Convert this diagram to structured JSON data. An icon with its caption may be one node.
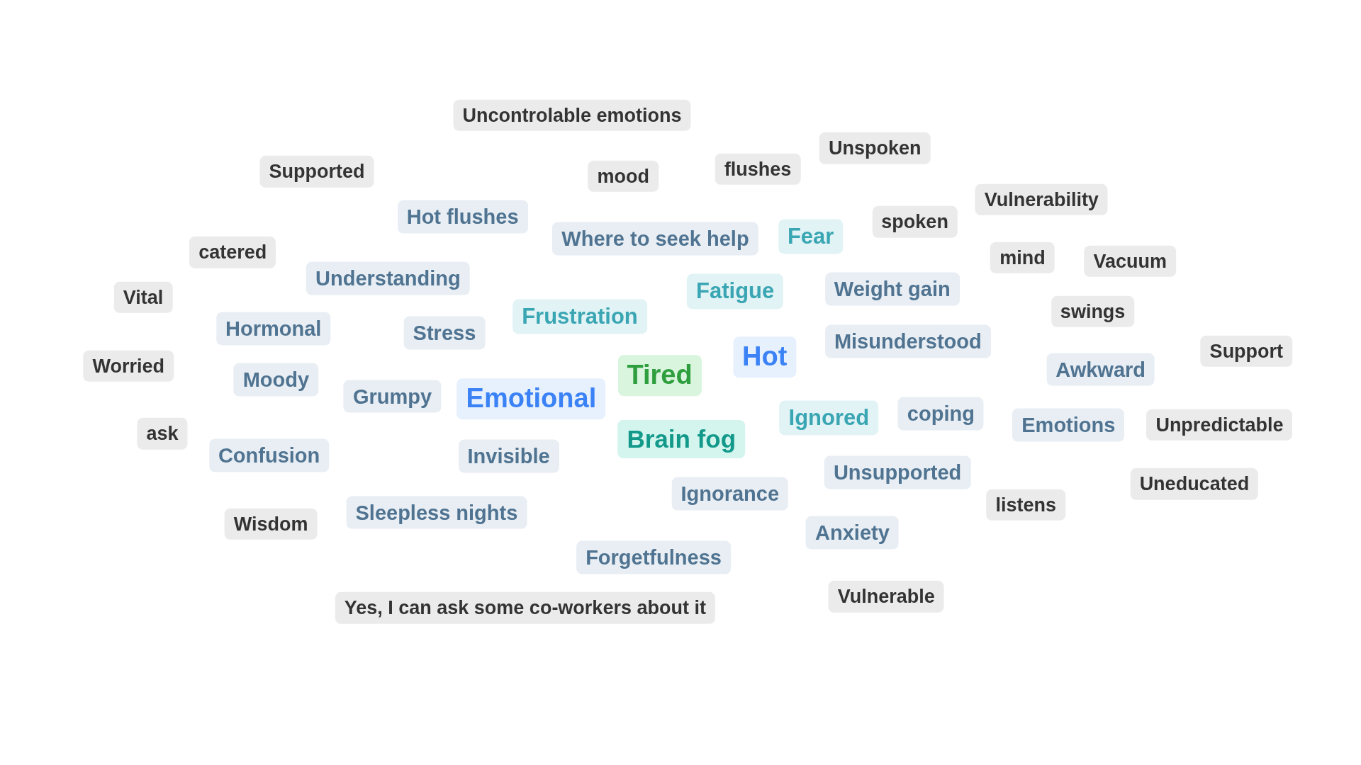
{
  "diagram": {
    "nodes": [
      {
        "text": [
          "Uncontrolable emotions"
        ]
      },
      {
        "text": [
          "Unspoken"
        ]
      },
      {
        "text": [
          "Supported"
        ]
      },
      {
        "text": [
          "flushes"
        ]
      },
      {
        "text": [
          "mood"
        ]
      },
      {
        "text": [
          "Vulnerability"
        ]
      },
      {
        "text": [
          "Hot flushes"
        ]
      },
      {
        "text": [
          "spoken"
        ]
      },
      {
        "text": [
          "Where to seek help"
        ]
      },
      {
        "text": [
          "Fear"
        ]
      },
      {
        "text": [
          "catered"
        ]
      },
      {
        "text": [
          "mind"
        ]
      },
      {
        "text": [
          "Vacuum"
        ]
      },
      {
        "text": [
          "Understanding"
        ]
      },
      {
        "text": [
          "Fatigue"
        ]
      },
      {
        "text": [
          "Weight gain"
        ]
      },
      {
        "text": [
          "Vital"
        ]
      },
      {
        "text": [
          "swings"
        ]
      },
      {
        "text": [
          "Frustration"
        ]
      },
      {
        "text": [
          "Hormonal"
        ]
      },
      {
        "text": [
          "Stress"
        ]
      },
      {
        "text": [
          "Misunderstood"
        ]
      },
      {
        "text": [
          "Support"
        ]
      },
      {
        "text": [
          "Hot"
        ]
      },
      {
        "text": [
          "Worried"
        ]
      },
      {
        "text": [
          "Awkward"
        ]
      },
      {
        "text": [
          "Tired"
        ]
      },
      {
        "text": [
          "Moody"
        ]
      },
      {
        "text": [
          "Grumpy"
        ]
      },
      {
        "text": [
          "Emotional"
        ]
      },
      {
        "text": [
          "Ignored"
        ]
      },
      {
        "text": [
          "coping"
        ]
      },
      {
        "text": [
          "Emotions"
        ]
      },
      {
        "text": [
          "Unpredictable"
        ]
      },
      {
        "text": [
          "ask"
        ]
      },
      {
        "text": [
          "Brain fog"
        ]
      },
      {
        "text": [
          "Confusion"
        ]
      },
      {
        "text": [
          "Invisible"
        ]
      },
      {
        "text": [
          "Unsupported"
        ]
      },
      {
        "text": [
          "Uneducated"
        ]
      },
      {
        "text": [
          "Ignorance"
        ]
      },
      {
        "text": [
          "listens"
        ]
      },
      {
        "text": [
          "Sleepless nights"
        ]
      },
      {
        "text": [
          "Wisdom"
        ]
      },
      {
        "text": [
          "Anxiety"
        ]
      },
      {
        "text": [
          "Forgetfulness"
        ]
      },
      {
        "text": [
          "Yes, I can ask some co-workers about it"
        ]
      },
      {
        "text": [
          "Vulnerable"
        ]
      }
    ]
  }
}
